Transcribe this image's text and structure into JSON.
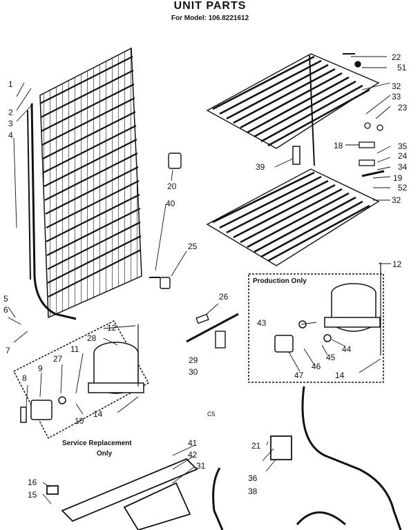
{
  "diagram": {
    "title": "UNIT PARTS",
    "subtitle": "For Model: 106.8221612",
    "boxes": {
      "production": "Production Only",
      "service_line1": "Service Replacement",
      "service_line2": "Only"
    },
    "stray_mark": "C5",
    "labels": {
      "p1": "1",
      "p2": "2",
      "p3": "3",
      "p4": "4",
      "p5": "5",
      "p6": "6",
      "p7": "7",
      "p8": "8",
      "p9": "9",
      "p10": "10",
      "p11": "11",
      "p12a": "12",
      "p12b": "12",
      "p14a": "14",
      "p14b": "14",
      "p15": "15",
      "p16": "16",
      "p18": "18",
      "p19": "19",
      "p20": "20",
      "p21": "21",
      "p22": "22",
      "p23": "23",
      "p24": "24",
      "p25": "25",
      "p26": "26",
      "p27": "27",
      "p28": "28",
      "p29": "29",
      "p30": "30",
      "p31": "31",
      "p32a": "32",
      "p32b": "32",
      "p33": "33",
      "p34": "34",
      "p35": "35",
      "p36": "36",
      "p38": "38",
      "p39": "39",
      "p40": "40",
      "p41": "41",
      "p42": "42",
      "p43": "43",
      "p44": "44",
      "p45": "45",
      "p46": "46",
      "p47": "47",
      "p51": "51",
      "p52": "52"
    }
  }
}
